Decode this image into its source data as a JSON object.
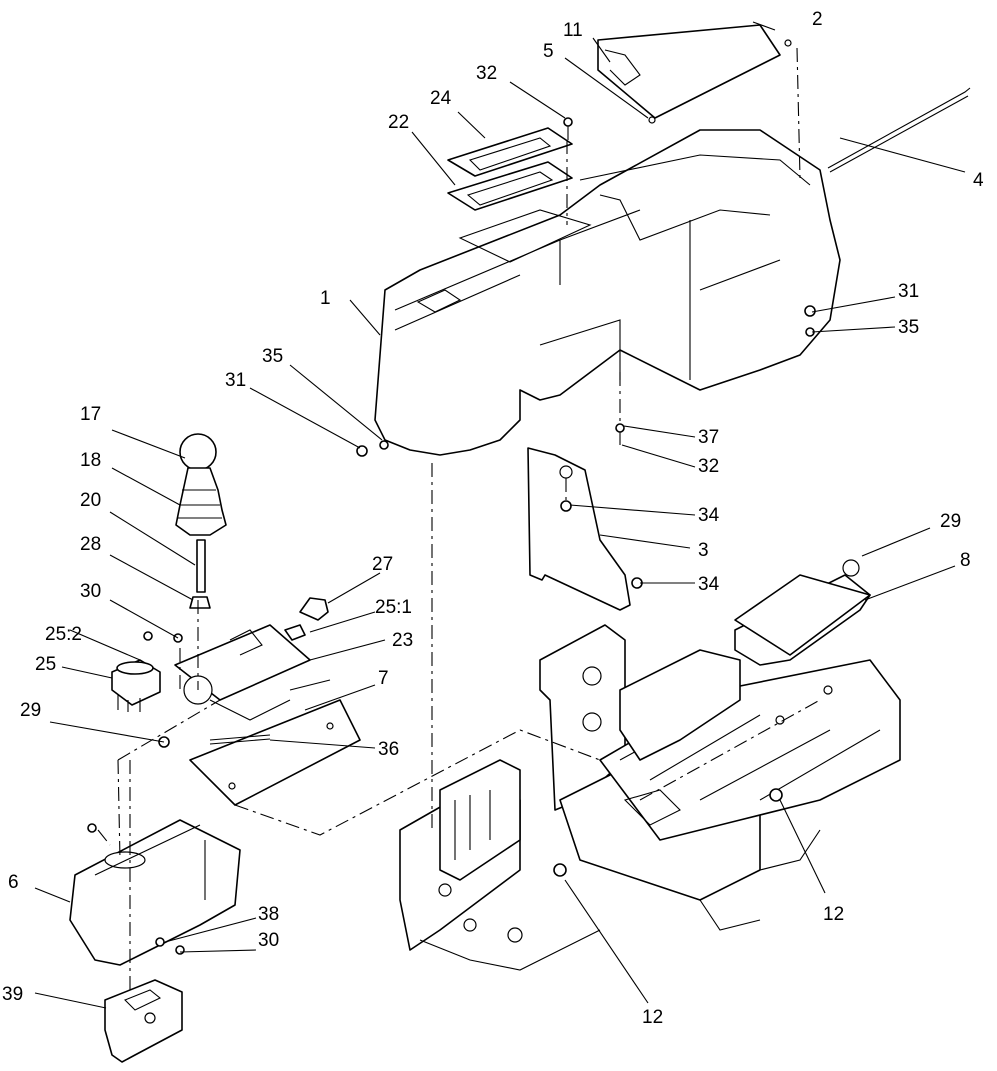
{
  "callouts": [
    {
      "id": "c-1",
      "label": "1"
    },
    {
      "id": "c-2",
      "label": "2"
    },
    {
      "id": "c-3",
      "label": "3"
    },
    {
      "id": "c-4",
      "label": "4"
    },
    {
      "id": "c-5",
      "label": "5"
    },
    {
      "id": "c-6",
      "label": "6"
    },
    {
      "id": "c-7",
      "label": "7"
    },
    {
      "id": "c-8",
      "label": "8"
    },
    {
      "id": "c-11",
      "label": "11"
    },
    {
      "id": "c-12a",
      "label": "12"
    },
    {
      "id": "c-12b",
      "label": "12"
    },
    {
      "id": "c-17",
      "label": "17"
    },
    {
      "id": "c-18",
      "label": "18"
    },
    {
      "id": "c-20",
      "label": "20"
    },
    {
      "id": "c-22",
      "label": "22"
    },
    {
      "id": "c-23",
      "label": "23"
    },
    {
      "id": "c-24",
      "label": "24"
    },
    {
      "id": "c-25",
      "label": "25"
    },
    {
      "id": "c-25-1",
      "label": "25:1"
    },
    {
      "id": "c-25-2",
      "label": "25:2"
    },
    {
      "id": "c-27",
      "label": "27"
    },
    {
      "id": "c-28",
      "label": "28"
    },
    {
      "id": "c-29a",
      "label": "29"
    },
    {
      "id": "c-29b",
      "label": "29"
    },
    {
      "id": "c-30a",
      "label": "30"
    },
    {
      "id": "c-30b",
      "label": "30"
    },
    {
      "id": "c-31a",
      "label": "31"
    },
    {
      "id": "c-31b",
      "label": "31"
    },
    {
      "id": "c-32a",
      "label": "32"
    },
    {
      "id": "c-32b",
      "label": "32"
    },
    {
      "id": "c-34a",
      "label": "34"
    },
    {
      "id": "c-34b",
      "label": "34"
    },
    {
      "id": "c-35a",
      "label": "35"
    },
    {
      "id": "c-35b",
      "label": "35"
    },
    {
      "id": "c-36",
      "label": "36"
    },
    {
      "id": "c-37",
      "label": "37"
    },
    {
      "id": "c-38",
      "label": "38"
    },
    {
      "id": "c-39",
      "label": "39"
    }
  ]
}
